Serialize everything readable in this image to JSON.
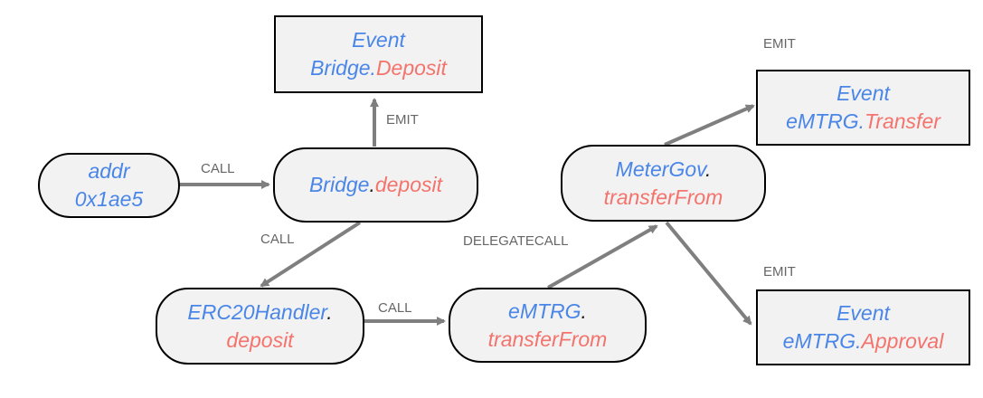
{
  "nodes": {
    "addr": {
      "line1": "addr",
      "line2": "0x1ae5"
    },
    "bridge_deposit": {
      "contract": "Bridge",
      "dot": ".",
      "method": "deposit"
    },
    "event_bridge_deposit": {
      "line1": "Event",
      "contract": "Bridge",
      "dot": ".",
      "event": "Deposit"
    },
    "erc20handler_deposit": {
      "contract": "ERC20Handler",
      "dot": ".",
      "method": "deposit"
    },
    "emtrg_transferfrom": {
      "contract": "eMTRG",
      "dot": ".",
      "method": "transferFrom"
    },
    "metergov_transferfrom": {
      "contract": "MeterGov",
      "dot": ".",
      "method": "transferFrom"
    },
    "event_emtrg_transfer": {
      "line1": "Event",
      "contract": "eMTRG",
      "dot": ".",
      "event": "Transfer"
    },
    "event_emtrg_approval": {
      "line1": "Event",
      "contract": "eMTRG",
      "dot": ".",
      "event": "Approval"
    }
  },
  "edges": {
    "addr_to_bridge": "CALL",
    "bridge_to_event": "EMIT",
    "bridge_to_handler": "CALL",
    "handler_to_emtrg": "CALL",
    "emtrg_to_metergov": "DELEGATECALL",
    "metergov_to_transfer": "EMIT",
    "metergov_to_approval": "EMIT"
  },
  "colors": {
    "contract_text": "#4a86e8",
    "method_text": "#f4736c",
    "node_fill": "#f2f2f2",
    "arrow": "#7f7f7f",
    "edge_label": "#666666"
  }
}
